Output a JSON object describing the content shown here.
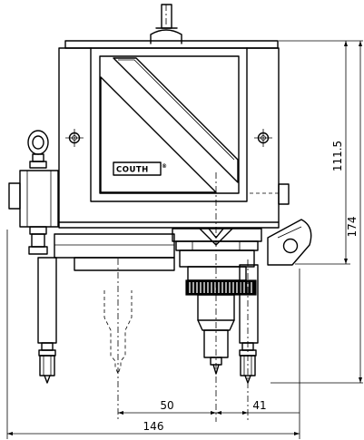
{
  "drawing": {
    "brand_label": "COUTH",
    "brand_mark": "®",
    "dimensions": {
      "height_upper": "111.5",
      "height_total": "174",
      "spacing_left": "50",
      "spacing_right": "41",
      "overall_width": "146"
    }
  }
}
